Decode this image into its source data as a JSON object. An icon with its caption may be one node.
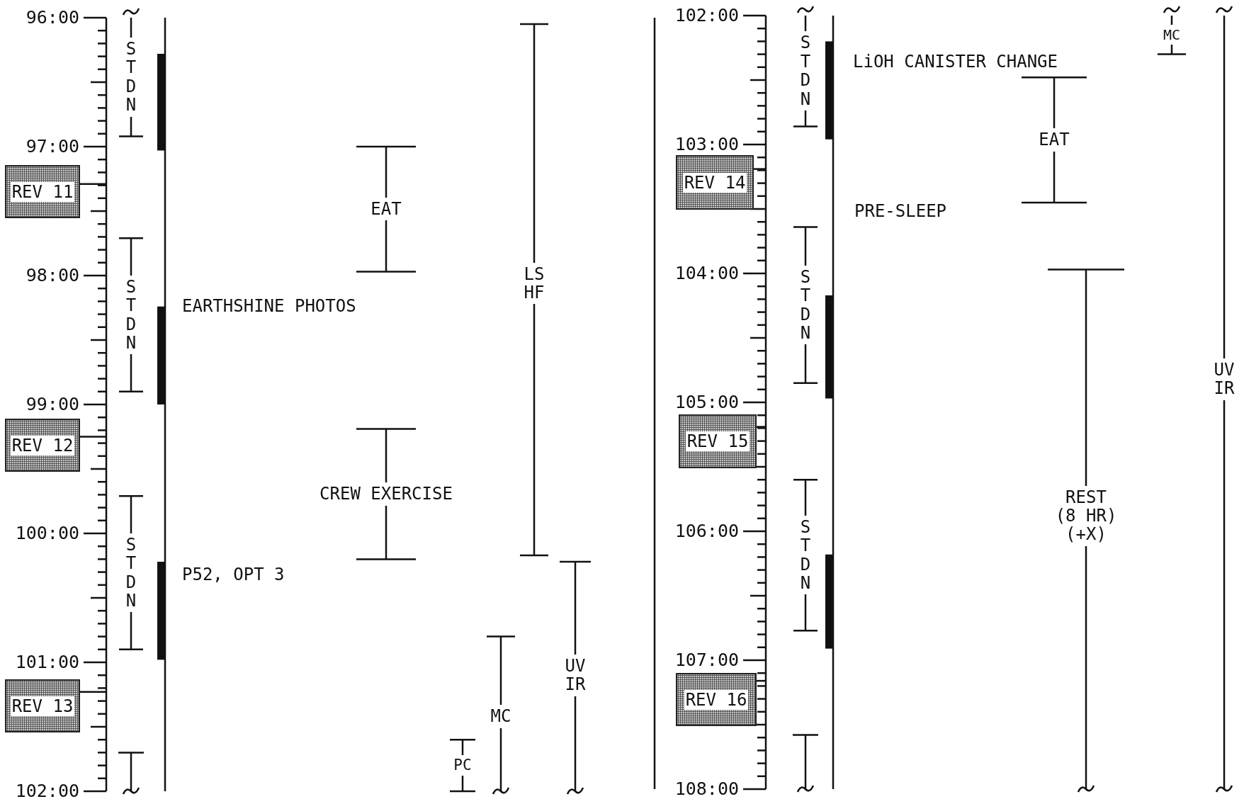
{
  "diagram": {
    "nodes": [
      {
        "text": [
          "REV 11"
        ]
      },
      {
        "text": [
          "REV 12"
        ]
      },
      {
        "text": [
          "REV 13"
        ]
      },
      {
        "text": [
          "REV 14"
        ]
      },
      {
        "text": [
          "REV 15"
        ]
      },
      {
        "text": [
          "REV 16"
        ]
      }
    ],
    "labels": [
      "96:00",
      "97:00",
      "98:00",
      "99:00",
      "100:00",
      "101:00",
      "102:00",
      "STDN",
      "STDN",
      "STDN",
      "EARTHSHINE PHOTOS",
      "P52, OPT 3",
      "EAT",
      "CREW EXERCISE",
      "LS HF",
      "MC",
      "UV IR",
      "PC",
      "102:00",
      "103:00",
      "104:00",
      "105:00",
      "106:00",
      "107:00",
      "108:00",
      "STDN",
      "STDN",
      "STDN",
      "LiOH CANISTER CHANGE",
      "PRE-SLEEP",
      "EAT",
      "REST (8 HR) (+X)",
      "MC",
      "UV IR"
    ]
  }
}
